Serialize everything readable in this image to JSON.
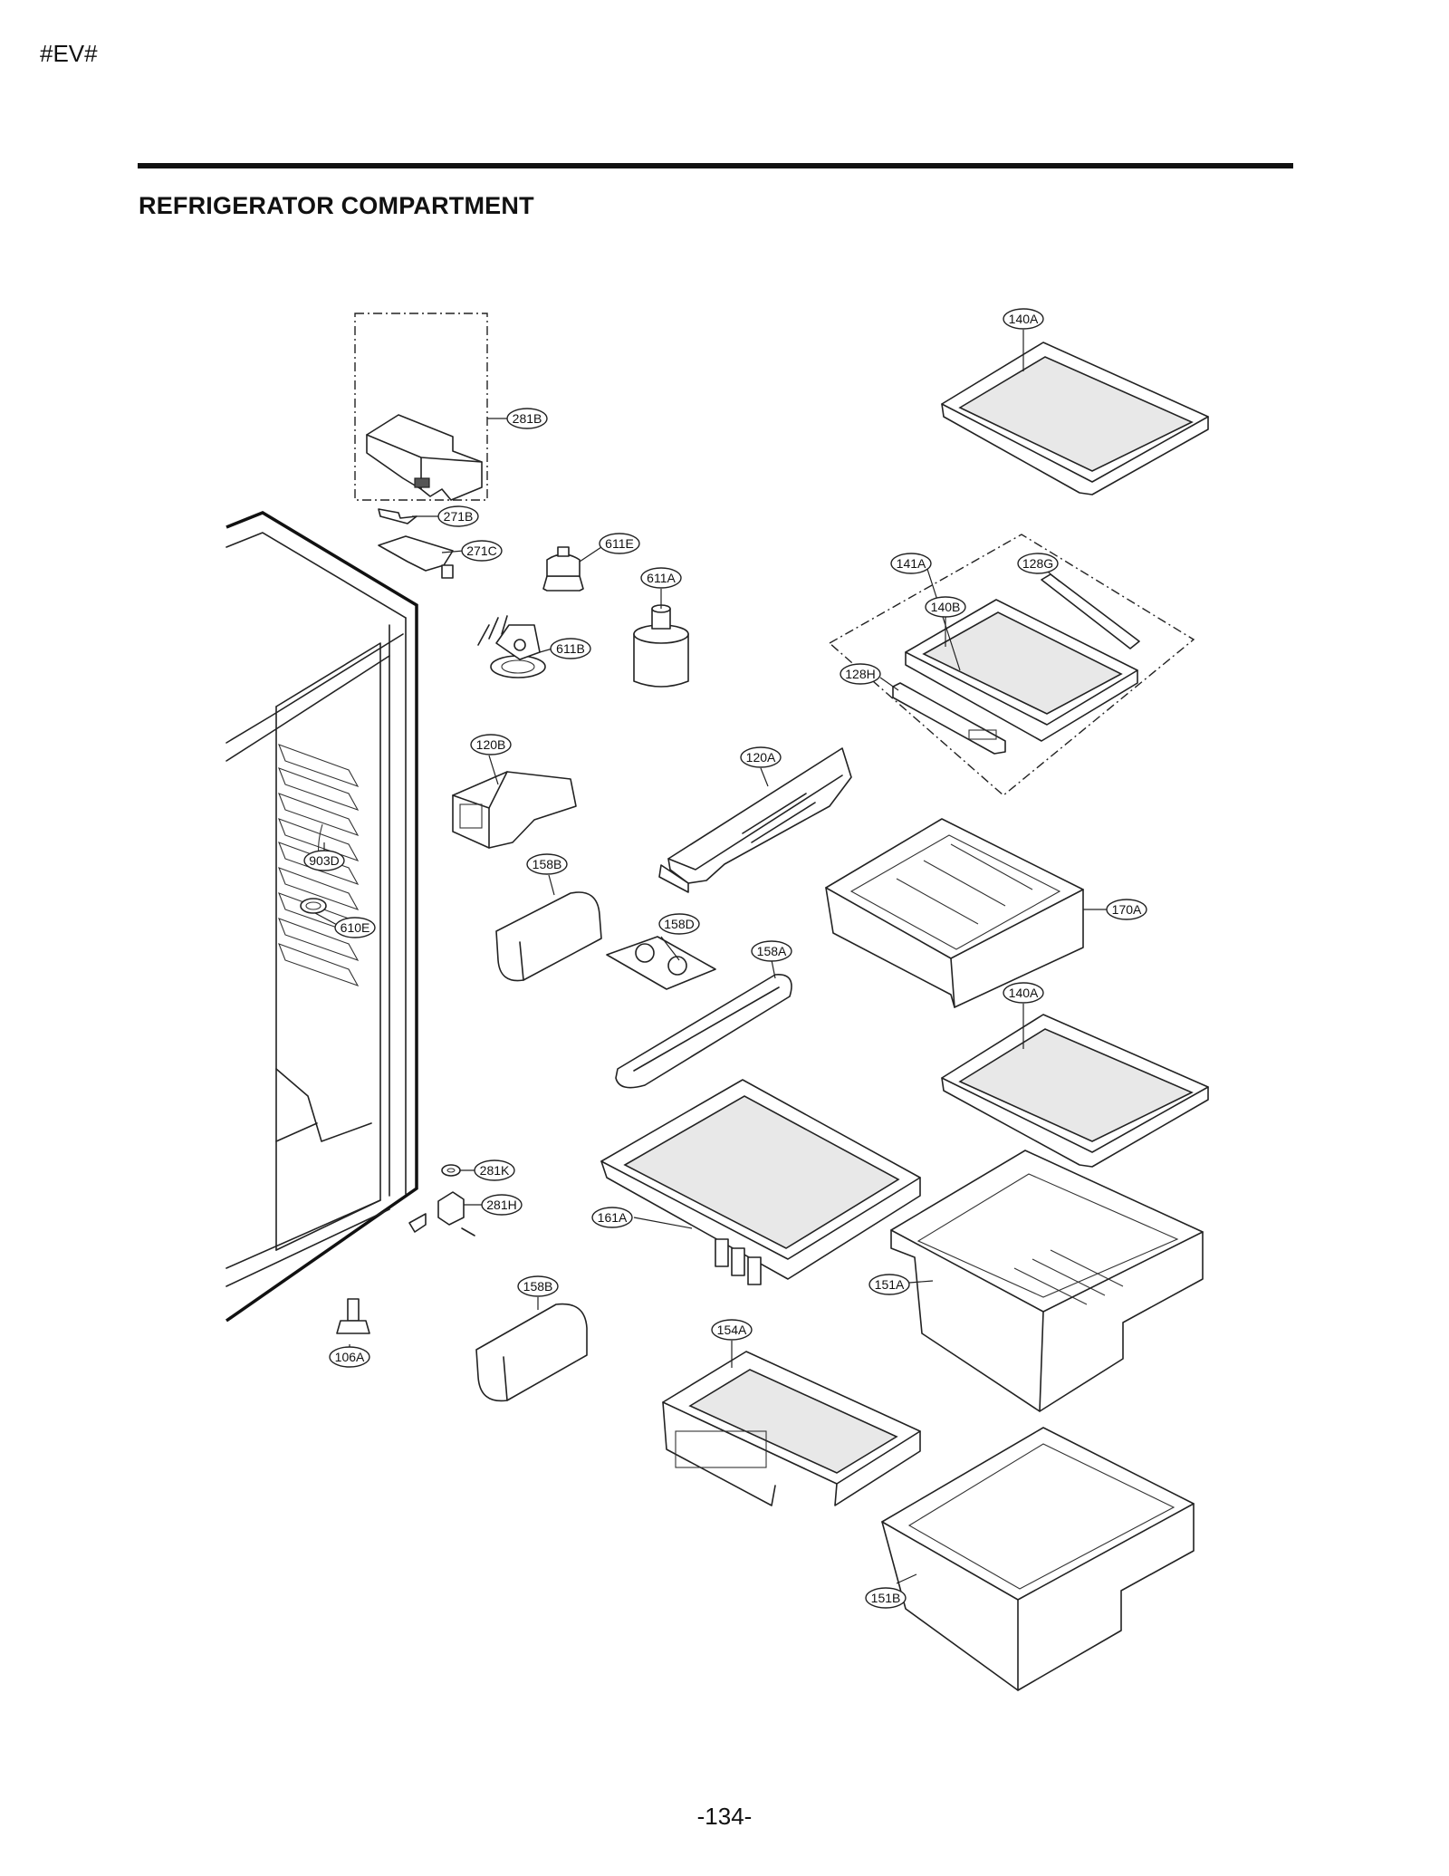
{
  "header": {
    "tag": "#EV#"
  },
  "title": "REFRIGERATOR COMPARTMENT",
  "page_number": "-134-",
  "callouts": [
    {
      "id": "c140A_top",
      "label": "140A"
    },
    {
      "id": "c281B",
      "label": "281B"
    },
    {
      "id": "c271B",
      "label": "271B"
    },
    {
      "id": "c271C",
      "label": "271C"
    },
    {
      "id": "c611E",
      "label": "611E"
    },
    {
      "id": "c611A",
      "label": "611A"
    },
    {
      "id": "c611B",
      "label": "611B"
    },
    {
      "id": "c141A",
      "label": "141A"
    },
    {
      "id": "c128G",
      "label": "128G"
    },
    {
      "id": "c140B",
      "label": "140B"
    },
    {
      "id": "c128H",
      "label": "128H"
    },
    {
      "id": "c120B",
      "label": "120B"
    },
    {
      "id": "c120A",
      "label": "120A"
    },
    {
      "id": "c903D",
      "label": "903D"
    },
    {
      "id": "c158B_top",
      "label": "158B"
    },
    {
      "id": "c170A",
      "label": "170A"
    },
    {
      "id": "c158D",
      "label": "158D"
    },
    {
      "id": "c610E",
      "label": "610E"
    },
    {
      "id": "c158A",
      "label": "158A"
    },
    {
      "id": "c140A_mid",
      "label": "140A"
    },
    {
      "id": "c281K",
      "label": "281K"
    },
    {
      "id": "c281H",
      "label": "281H"
    },
    {
      "id": "c161A",
      "label": "161A"
    },
    {
      "id": "c151A",
      "label": "151A"
    },
    {
      "id": "c158B_bot",
      "label": "158B"
    },
    {
      "id": "c154A",
      "label": "154A"
    },
    {
      "id": "c106A",
      "label": "106A"
    },
    {
      "id": "c151B",
      "label": "151B"
    }
  ]
}
